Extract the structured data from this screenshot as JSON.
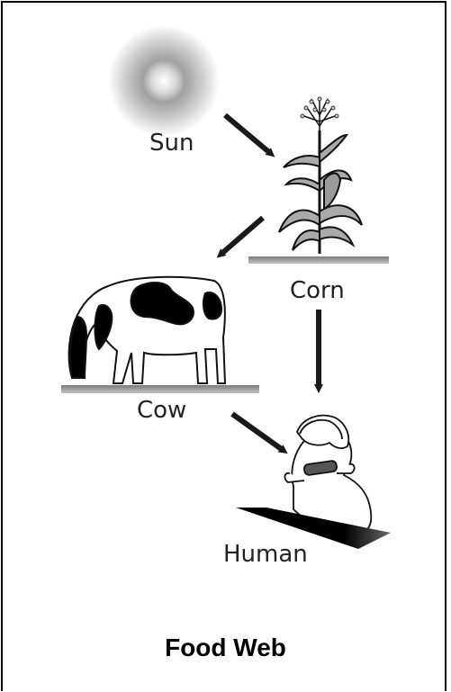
{
  "diagram": {
    "title": "Food Web",
    "nodes": {
      "sun": "Sun",
      "corn": "Corn",
      "cow": "Cow",
      "human": "Human"
    },
    "edges": [
      {
        "from": "sun",
        "to": "corn"
      },
      {
        "from": "corn",
        "to": "cow"
      },
      {
        "from": "corn",
        "to": "human"
      },
      {
        "from": "cow",
        "to": "human"
      }
    ]
  }
}
